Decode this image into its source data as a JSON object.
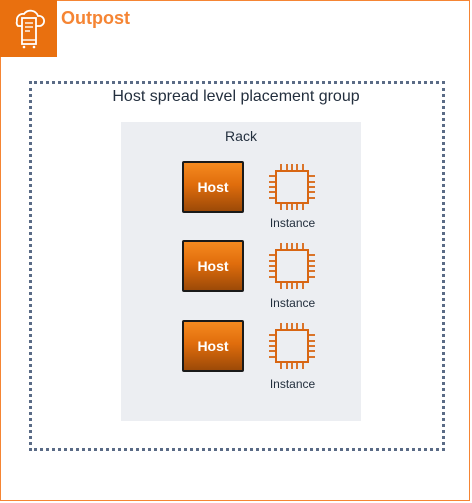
{
  "outpost": {
    "title": "Outpost",
    "icon": "outpost-server-icon",
    "color": "#f58534"
  },
  "placement_group": {
    "label": "Host spread level placement group"
  },
  "rack": {
    "label": "Rack"
  },
  "rows": [
    {
      "host": "Host",
      "instance": "Instance"
    },
    {
      "host": "Host",
      "instance": "Instance"
    },
    {
      "host": "Host",
      "instance": "Instance"
    }
  ],
  "colors": {
    "accent": "#f58534",
    "instance": "#d86613",
    "rack_bg": "#eceef2",
    "dotted_border": "#5a6b86"
  }
}
